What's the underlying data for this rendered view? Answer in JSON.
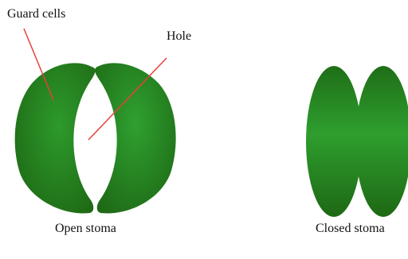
{
  "labels": {
    "guard_cells": "Guard cells",
    "hole": "Hole"
  },
  "captions": {
    "open": "Open stoma",
    "closed": "Closed stoma"
  },
  "colors": {
    "cell_dark": "#1f6a15",
    "cell_light": "#2c9a2c",
    "pointer_line": "#e8403a",
    "text": "#111111",
    "background": "#ffffff"
  }
}
